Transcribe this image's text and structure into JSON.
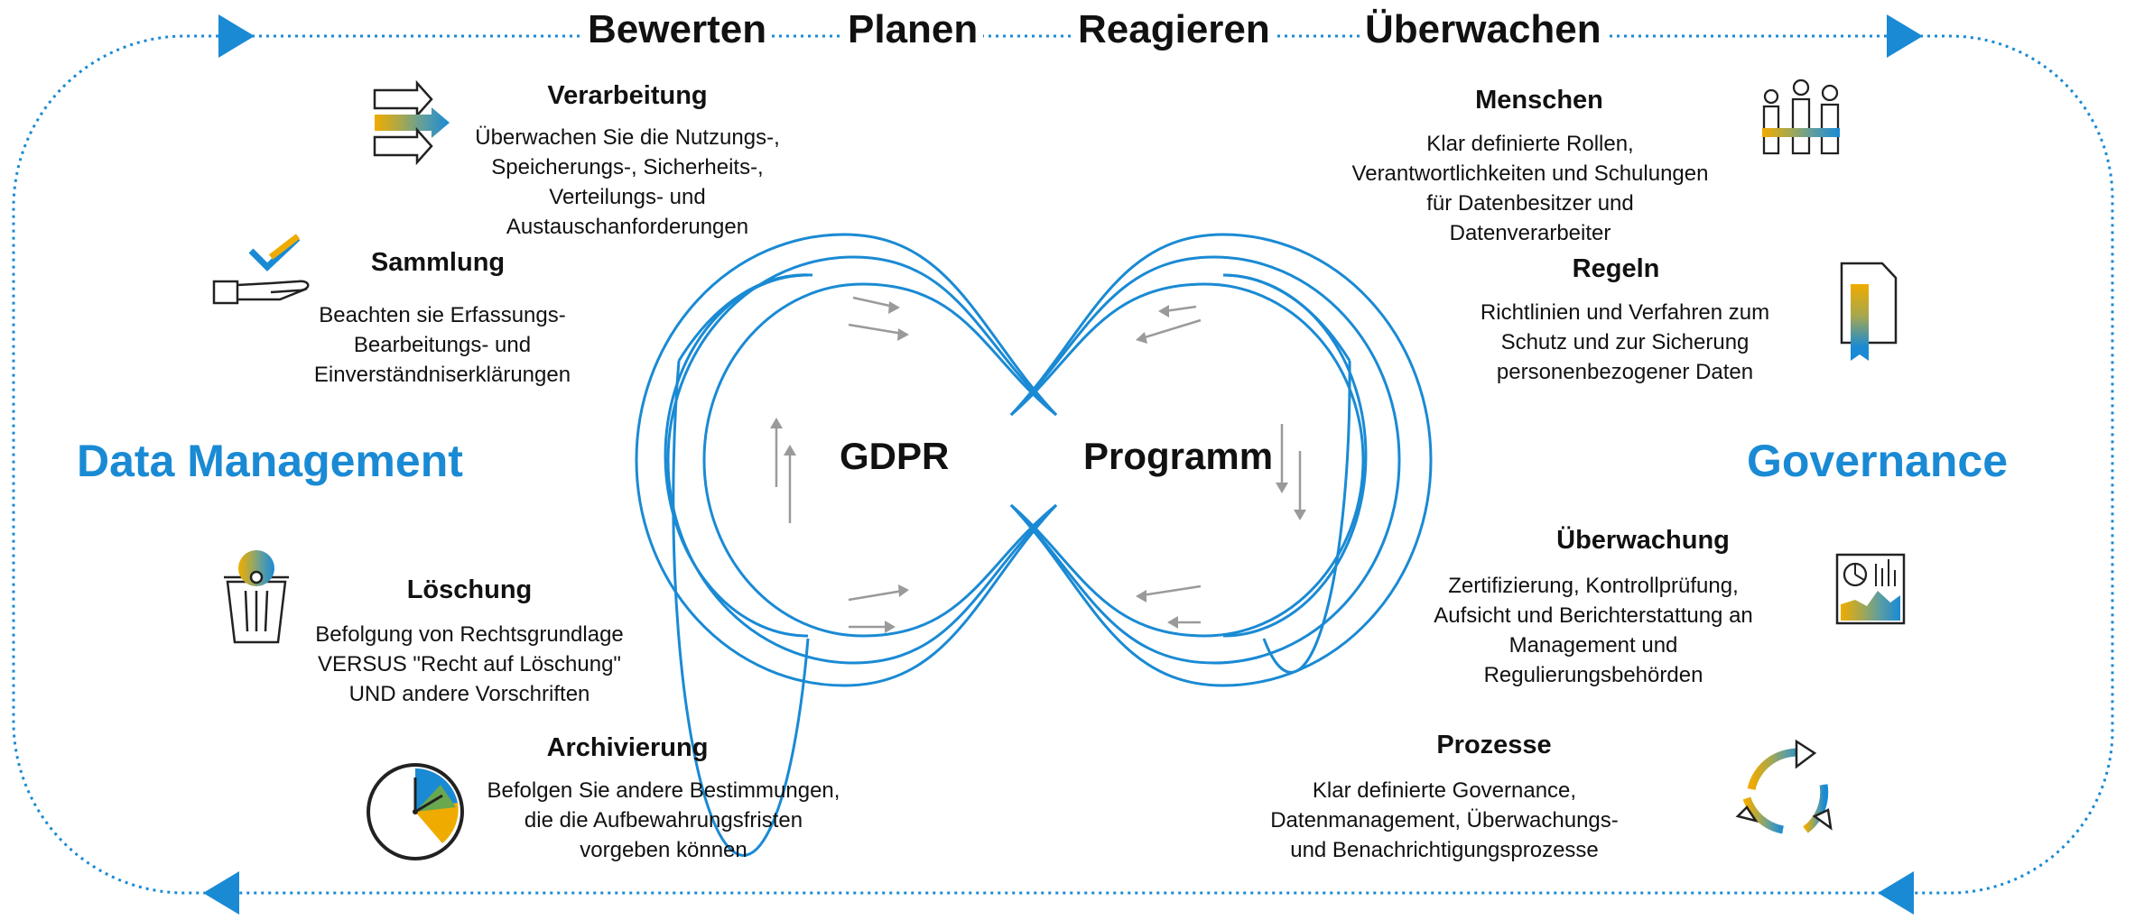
{
  "stages": [
    "Bewerten",
    "Planen",
    "Reagieren",
    "Überwachen"
  ],
  "left_section": "Data Management",
  "right_section": "Governance",
  "center": {
    "left_word": "GDPR",
    "right_word": "Programm"
  },
  "left_items": [
    {
      "title": "Verarbeitung",
      "text": "Überwachen Sie die Nutzungs-,\nSpeicherungs-, Sicherheits-,\nVerteilungs- und\nAustauschanforderungen",
      "icon": "arrows-process-icon"
    },
    {
      "title": "Sammlung",
      "text": "Beachten sie Erfassungs-\nBearbeitungs- und\nEinverständniserklärungen",
      "icon": "hand-check-icon"
    },
    {
      "title": "Löschung",
      "text": "Befolgung von Rechtsgrundlage\nVERSUS  \"Recht auf Löschung\"\nUND andere Vorschriften",
      "icon": "trash-icon"
    },
    {
      "title": "Archivierung",
      "text": "Befolgen Sie andere Bestimmungen,\ndie die Aufbewahrungsfristen\nvorgeben können",
      "icon": "clock-icon"
    }
  ],
  "right_items": [
    {
      "title": "Menschen",
      "text": "Klar definierte Rollen,\nVerantwortlichkeiten und Schulungen\nfür Datenbesitzer und\nDatenverarbeiter",
      "icon": "people-icon"
    },
    {
      "title": "Regeln",
      "text": "Richtlinien und Verfahren zum\nSchutz und zur Sicherung\npersonenbezogener Daten",
      "icon": "document-ribbon-icon"
    },
    {
      "title": "Überwachung",
      "text": "Zertifizierung, Kontrollprüfung,\nAufsicht und Berichterstattung an\nManagement und\nRegulierungsbehörden",
      "icon": "dashboard-icon"
    },
    {
      "title": "Prozesse",
      "text": "Klar definierte Governance,\nDatenmanagement, Überwachungs-\nund Benachrichtigungsprozesse",
      "icon": "recycle-icon"
    }
  ],
  "colors": {
    "accent": "#1a8ad4",
    "gold": "#f0ab00",
    "green": "#6aa84f",
    "teal": "#5e9ea0",
    "gray": "#9a9a9a"
  }
}
